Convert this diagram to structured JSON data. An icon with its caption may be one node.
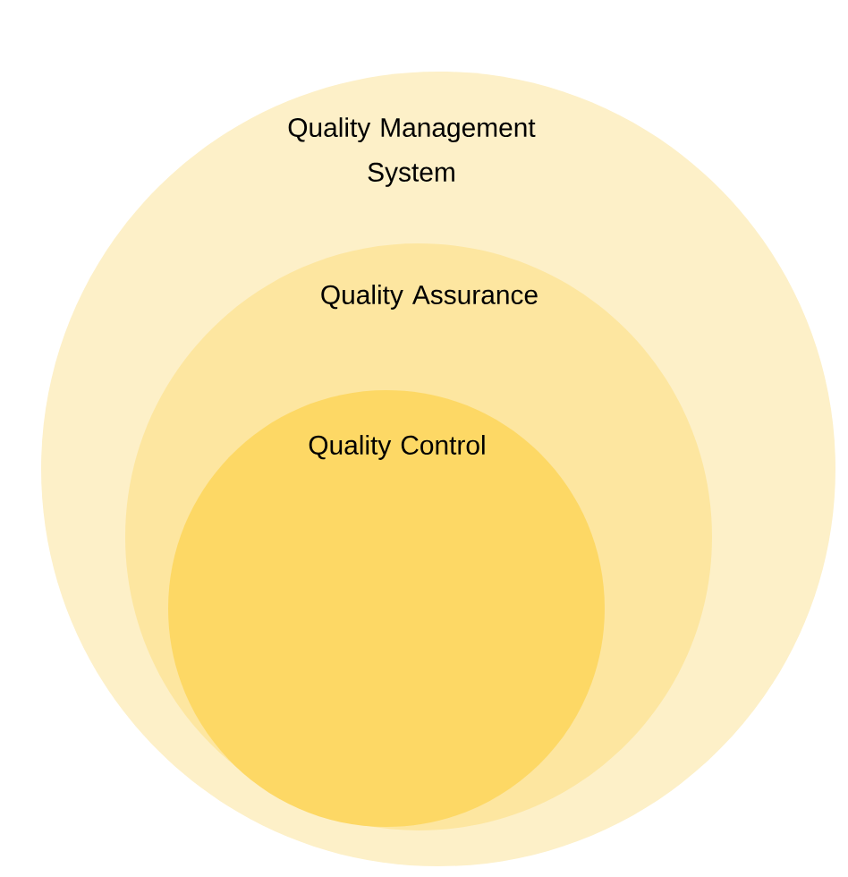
{
  "diagram": {
    "nodes": [
      {
        "text": [
          "Quality Management System"
        ]
      },
      {
        "text": [
          "Quality Assurance"
        ],
        "in": 0
      },
      {
        "text": [
          "Quality Control"
        ],
        "in": 1
      }
    ]
  }
}
